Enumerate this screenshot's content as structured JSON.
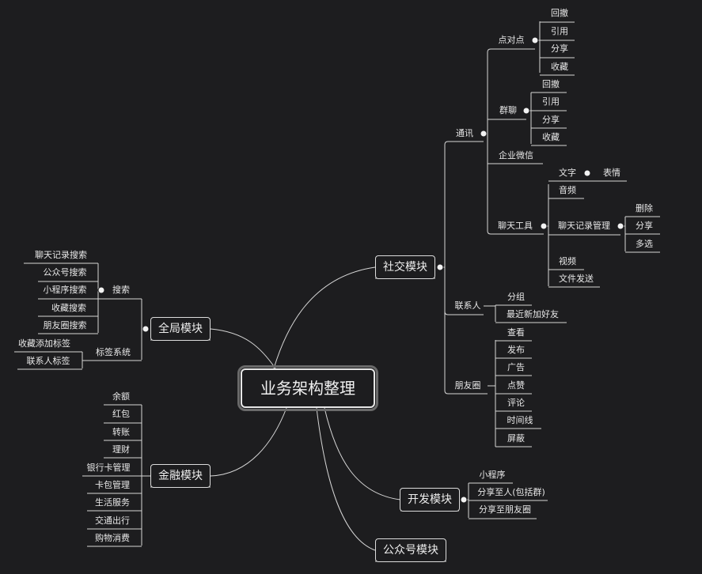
{
  "root": "业务架构整理",
  "branches": {
    "social": {
      "label": "社交模块",
      "comm": {
        "label": "通讯",
        "p2p": {
          "label": "点对点",
          "items": [
            "回撤",
            "引用",
            "分享",
            "收藏"
          ]
        },
        "group": {
          "label": "群聊",
          "items": [
            "回撤",
            "引用",
            "分享",
            "收藏"
          ]
        },
        "wecom": "企业微信",
        "tools": {
          "label": "聊天工具",
          "text": "文字",
          "emoji": "表情",
          "audio": "音频",
          "history": {
            "label": "聊天记录管理",
            "items": [
              "删除",
              "分享",
              "多选"
            ]
          },
          "video": "视频",
          "file": "文件发送"
        }
      },
      "contacts": {
        "label": "联系人",
        "items": [
          "分组",
          "最近新加好友"
        ]
      },
      "moments": {
        "label": "朋友圈",
        "items": [
          "查看",
          "发布",
          "广告",
          "点赞",
          "评论",
          "时间线",
          "屏蔽"
        ]
      }
    },
    "global": {
      "label": "全局模块",
      "search": {
        "label": "搜索",
        "items": [
          "聊天记录搜索",
          "公众号搜索",
          "小程序搜索",
          "收藏搜索",
          "朋友圈搜索"
        ]
      },
      "tags": {
        "label": "标签系统",
        "items": [
          "收藏添加标签",
          "联系人标签"
        ]
      }
    },
    "finance": {
      "label": "金融模块",
      "items": [
        "余额",
        "红包",
        "转账",
        "理财",
        "银行卡管理",
        "卡包管理",
        "生活服务",
        "交通出行",
        "购物消费"
      ]
    },
    "dev": {
      "label": "开发模块",
      "items": [
        "小程序",
        "分享至人(包括群)",
        "分享至朋友圈"
      ]
    },
    "official": {
      "label": "公众号模块"
    }
  }
}
